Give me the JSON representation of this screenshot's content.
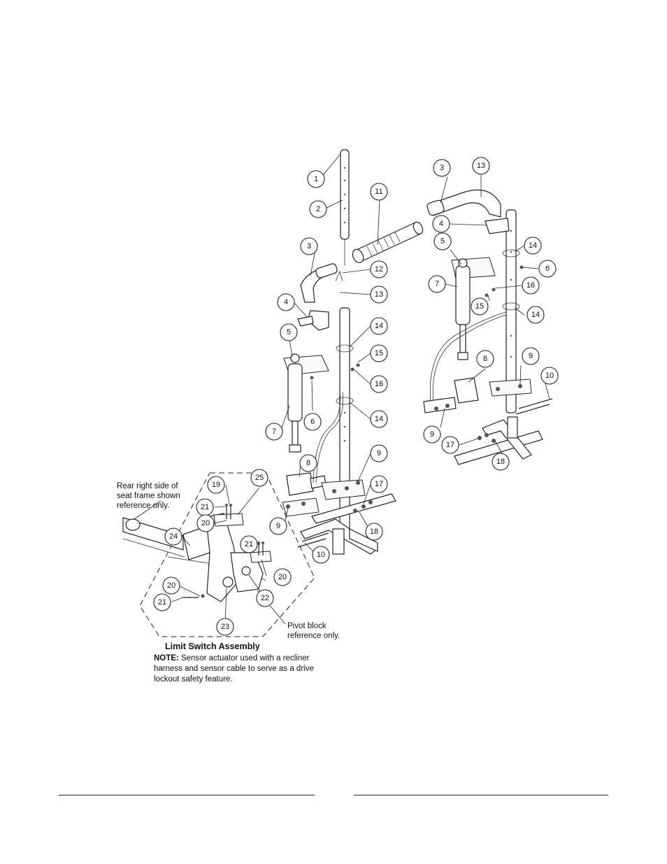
{
  "callouts": [
    {
      "id": "c1",
      "label": "1"
    },
    {
      "id": "c2",
      "label": "2"
    },
    {
      "id": "c3a",
      "label": "3"
    },
    {
      "id": "c11",
      "label": "11"
    },
    {
      "id": "c12",
      "label": "12"
    },
    {
      "id": "c13a",
      "label": "13"
    },
    {
      "id": "c4a",
      "label": "4"
    },
    {
      "id": "c14a",
      "label": "14"
    },
    {
      "id": "c15a",
      "label": "15"
    },
    {
      "id": "c16a",
      "label": "16"
    },
    {
      "id": "c14b",
      "label": "14"
    },
    {
      "id": "c5a",
      "label": "5"
    },
    {
      "id": "c6a",
      "label": "6"
    },
    {
      "id": "c7a",
      "label": "7"
    },
    {
      "id": "c8a",
      "label": "8"
    },
    {
      "id": "c9a",
      "label": "9"
    },
    {
      "id": "c9b",
      "label": "9"
    },
    {
      "id": "c17a",
      "label": "17"
    },
    {
      "id": "c18a",
      "label": "18"
    },
    {
      "id": "c10a",
      "label": "10"
    },
    {
      "id": "c3b",
      "label": "3"
    },
    {
      "id": "c13b",
      "label": "13"
    },
    {
      "id": "c4b",
      "label": "4"
    },
    {
      "id": "c5b",
      "label": "5"
    },
    {
      "id": "c14c",
      "label": "14"
    },
    {
      "id": "c6b",
      "label": "6"
    },
    {
      "id": "c7b",
      "label": "7"
    },
    {
      "id": "c16b",
      "label": "16"
    },
    {
      "id": "c15b",
      "label": "15"
    },
    {
      "id": "c14d",
      "label": "14"
    },
    {
      "id": "c8b",
      "label": "8"
    },
    {
      "id": "c9c",
      "label": "9"
    },
    {
      "id": "c10b",
      "label": "10"
    },
    {
      "id": "c9d",
      "label": "9"
    },
    {
      "id": "c17b",
      "label": "17"
    },
    {
      "id": "c18b",
      "label": "18"
    },
    {
      "id": "c19",
      "label": "19"
    },
    {
      "id": "c25",
      "label": "25"
    },
    {
      "id": "c21a",
      "label": "21"
    },
    {
      "id": "c20a",
      "label": "20"
    },
    {
      "id": "c24",
      "label": "24"
    },
    {
      "id": "c21b",
      "label": "21"
    },
    {
      "id": "c20b",
      "label": "20"
    },
    {
      "id": "c20c",
      "label": "20"
    },
    {
      "id": "c22",
      "label": "22"
    },
    {
      "id": "c21c",
      "label": "21"
    },
    {
      "id": "c23",
      "label": "23"
    }
  ],
  "labels": {
    "rear_right_line1": "Rear right side of",
    "rear_right_line2": "seat frame shown",
    "rear_right_line3": "reference only.",
    "pivot_line1": "Pivot block",
    "pivot_line2": "reference only.",
    "limit_switch_title": "Limit Switch Assembly",
    "note_prefix": "NOTE:",
    "note_text": "Sensor actuator used with a recliner harness and sensor cable to serve as a drive lockout safety feature."
  }
}
